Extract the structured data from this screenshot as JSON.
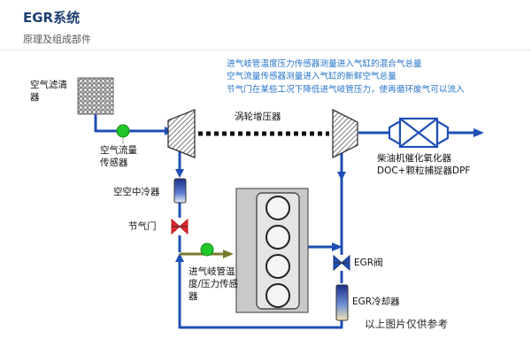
{
  "header": {
    "title": "EGR系统",
    "subtitle": "原理及组成部件"
  },
  "notes": [
    "进气岐管温度压力传感器测量进入气缸的混合气总量",
    "空气流量传感器测量进入气缸的新鲜空气总量",
    "节气门在某些工况下降低进气岐管压力，使再循环废气可以流入"
  ],
  "labels": {
    "air_filter": "空气滤清器",
    "maf_sensor": "空气流量传感器",
    "turbo": "涡轮增压器",
    "intercooler": "空空中冷器",
    "throttle": "节气门",
    "map_sensor": "进气岐管温度/压力传感器",
    "aftertreatment_line1": "柴油机催化氧化器",
    "aftertreatment_line2": "DOC+颗粒捕捉器DPF",
    "egr_valve": "EGR阀",
    "egr_cooler": "EGR冷却器"
  },
  "watermark": "以上图片仅供参考",
  "colors": {
    "pipe": "#1f4fb5",
    "sensor": "#22c72a",
    "valve": "#e3262b",
    "engine": "#c9c9c9",
    "egr_feed": "#7a7a2e",
    "title": "#1d3f73",
    "notes": "#2574c8"
  }
}
